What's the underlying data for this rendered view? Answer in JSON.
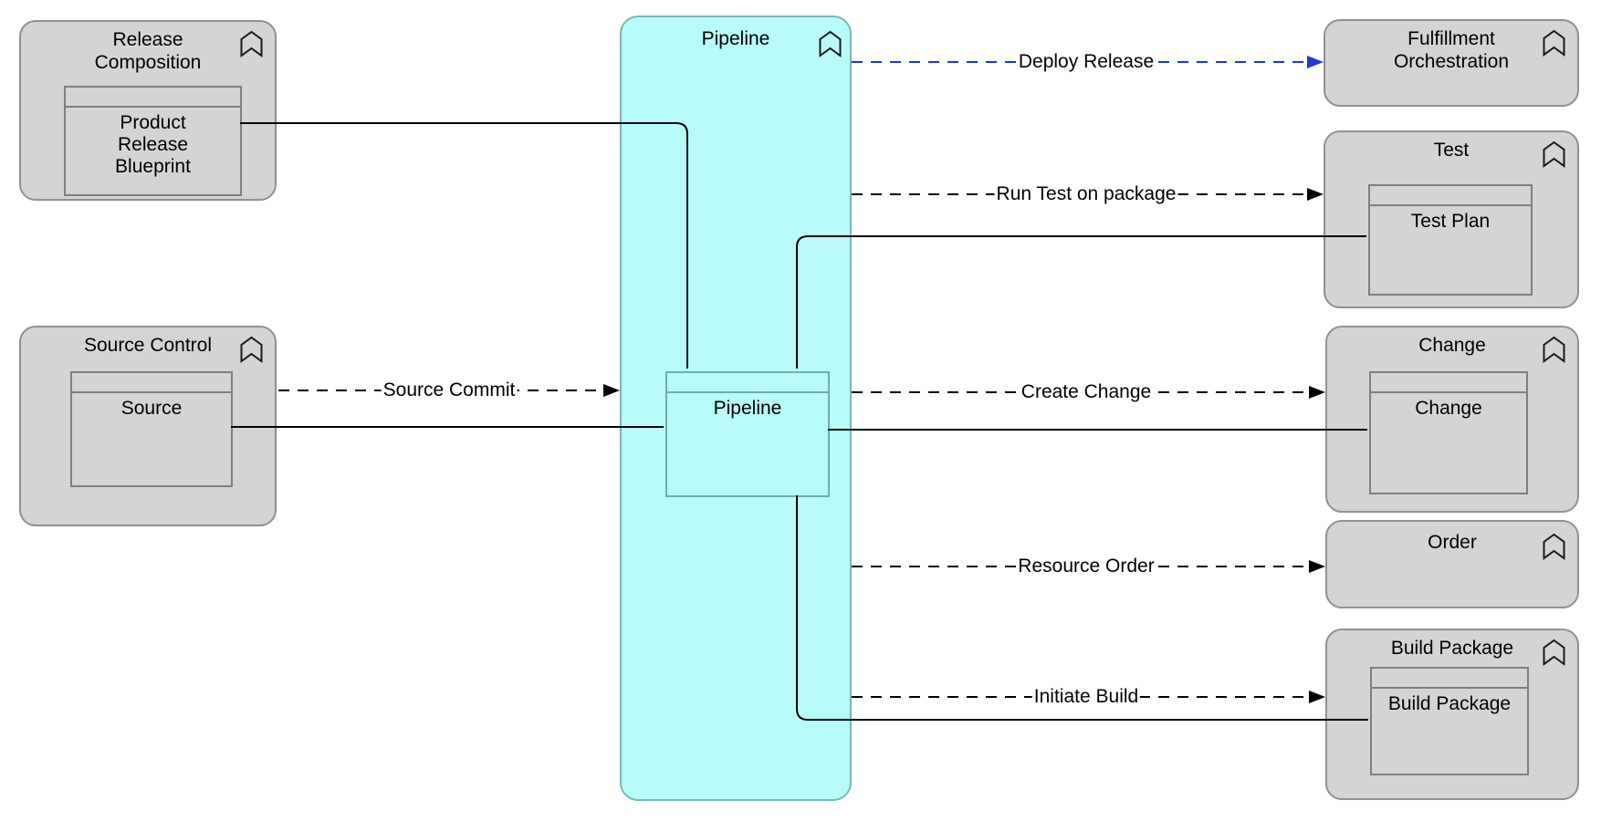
{
  "nodes": {
    "release_composition": {
      "title": "Release Composition",
      "item": "Product Release Blueprint"
    },
    "source_control": {
      "title": "Source Control",
      "item": "Source"
    },
    "pipeline": {
      "title": "Pipeline",
      "item": "Pipeline"
    },
    "fulfillment_orchestration": {
      "title": "Fulfillment Orchestration"
    },
    "test": {
      "title": "Test",
      "item": "Test Plan"
    },
    "change": {
      "title": "Change",
      "item": "Change"
    },
    "order": {
      "title": "Order"
    },
    "build_package": {
      "title": "Build Package",
      "item": "Build Package"
    }
  },
  "connectors": {
    "deploy_release": {
      "label": "Deploy Release"
    },
    "run_test": {
      "label": "Run Test on package"
    },
    "source_commit": {
      "label": "Source Commit"
    },
    "create_change": {
      "label": "Create Change"
    },
    "resource_order": {
      "label": "Resource Order"
    },
    "initiate_build": {
      "label": "Initiate Build"
    }
  },
  "colors": {
    "node_fill": "#d4d4d4",
    "node_border": "#909090",
    "inner_border": "#7f7f7f",
    "container_fill": "#b8fbfb",
    "container_border": "#76b8b8",
    "container_inner_border": "#74aaaa",
    "line_black": "#000000",
    "line_blue": "#2236d0",
    "text_color": "#000000",
    "bg": "#ffffff"
  }
}
